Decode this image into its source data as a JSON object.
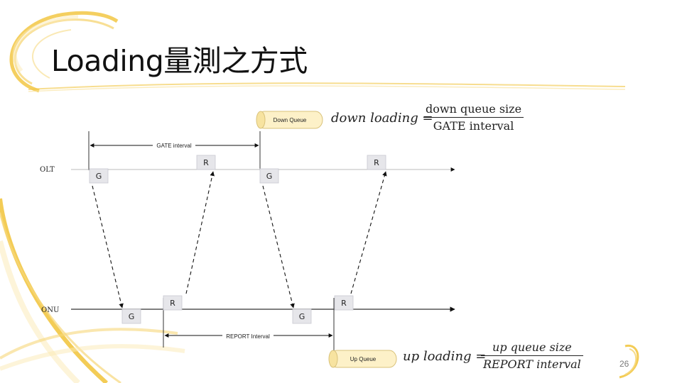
{
  "slide": {
    "title": "Loading量測之方式",
    "page_number": "26",
    "accent_color": "#f2c744"
  },
  "diagram": {
    "olt_label": "OLT",
    "onu_label": "ONU",
    "gate_interval_label": "GATE interval",
    "report_interval_label": "REPORT Interval",
    "gate_box": "G",
    "report_box": "R",
    "down_queue_label": "Down Queue",
    "up_queue_label": "Up Queue"
  },
  "formulas": {
    "down": {
      "lhs": "down loading =",
      "numerator": "down queue size",
      "denominator": "GATE interval"
    },
    "up": {
      "lhs": "up loading =",
      "numerator": "up queue size",
      "denominator": "REPORT interval"
    }
  }
}
